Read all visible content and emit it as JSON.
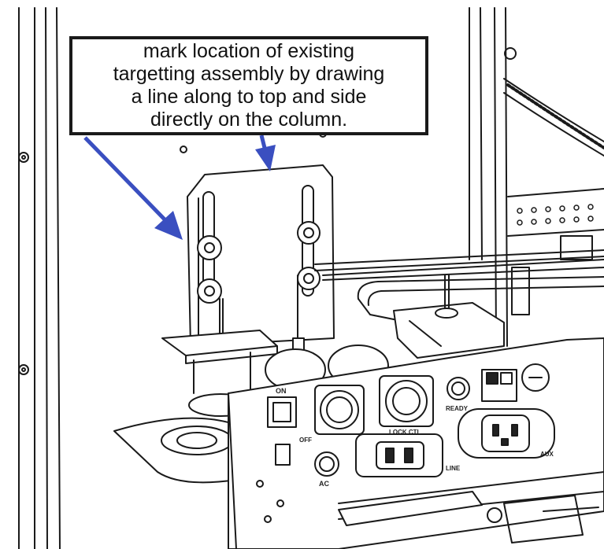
{
  "callout": {
    "lines": [
      "mark location of existing",
      "targetting assembly by drawing",
      "a line along to top and side",
      "directly on the column."
    ]
  },
  "panel_labels": {
    "on": "ON",
    "off": "OFF",
    "ready": "READY",
    "ac": "AC",
    "line": "LINE",
    "aux": "AUX",
    "lock_ctl": "LOCK CTL"
  },
  "colors": {
    "arrow": "#3a4fc0",
    "line": "#1a1a1a",
    "background": "#ffffff"
  }
}
